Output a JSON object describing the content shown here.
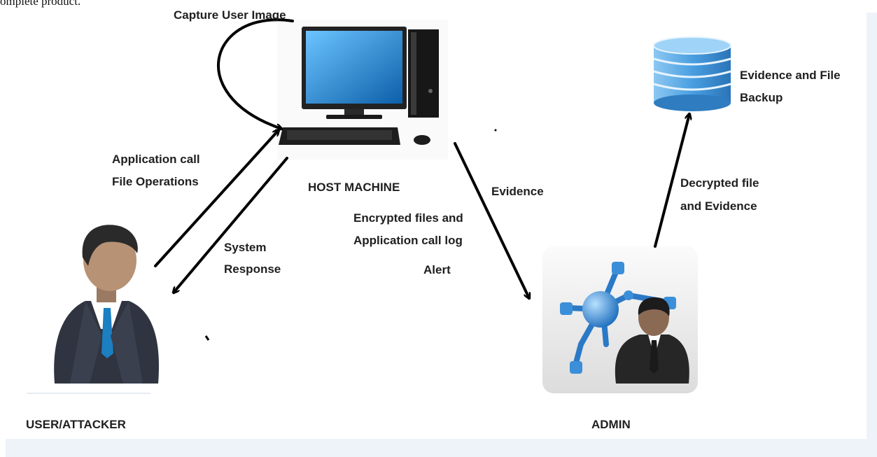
{
  "page": {
    "caption": "omplete product."
  },
  "diagram": {
    "labels": {
      "capture_user_image": "Capture User Image",
      "host_machine": "HOST MACHINE",
      "application_call": "Application call",
      "file_operations": "File Operations",
      "system": "System",
      "response": "Response",
      "evidence": "Evidence",
      "encrypted_files_and": "Encrypted files and",
      "application_call_log": "Application call log",
      "alert": "Alert",
      "decrypted_file": "Decrypted file",
      "and_evidence": "and Evidence",
      "evidence_and_file": "Evidence and File",
      "backup": "Backup",
      "user_attacker": "USER/ATTACKER",
      "admin": "ADMIN"
    },
    "nodes": [
      {
        "id": "host-machine",
        "icon": "desktop-computer-icon"
      },
      {
        "id": "user-attacker",
        "icon": "businessman-icon"
      },
      {
        "id": "admin",
        "icon": "admin-network-icon"
      },
      {
        "id": "backup-database",
        "icon": "database-icon"
      }
    ],
    "colors": {
      "monitor_screen": "#1a8ed8",
      "database": "#5aa8e6",
      "network_node": "#3b8fd8",
      "suit": "#2f3440",
      "tie": "#1b7fc2"
    }
  }
}
